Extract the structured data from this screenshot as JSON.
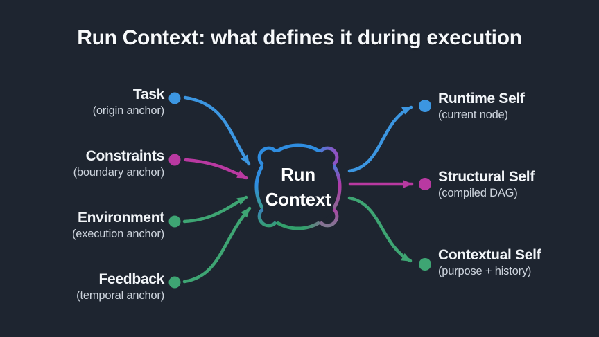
{
  "title": "Run Context: what defines it during execution",
  "center_node": {
    "line1": "Run",
    "line2": "Context"
  },
  "colors": {
    "background": "#1e2530",
    "blue": "#3c96e1",
    "magenta": "#b939a1",
    "green": "#3ea573",
    "ring_blue": "#2f8de0",
    "ring_purple": "#9a4cc0",
    "ring_magenta": "#b138a8",
    "ring_green": "#33a06c",
    "title_text": "#f7f9fb",
    "label_text": "#f2f5f8",
    "sublabel_text": "#ccd3dc"
  },
  "inputs": [
    {
      "label": "Task",
      "sublabel": "(origin anchor)",
      "color": "blue"
    },
    {
      "label": "Constraints",
      "sublabel": "(boundary anchor)",
      "color": "magenta"
    },
    {
      "label": "Environment",
      "sublabel": "(execution anchor)",
      "color": "green"
    },
    {
      "label": "Feedback",
      "sublabel": "(temporal anchor)",
      "color": "green"
    }
  ],
  "outputs": [
    {
      "label": "Runtime Self",
      "sublabel": "(current node)",
      "color": "blue"
    },
    {
      "label": "Structural Self",
      "sublabel": "(compiled DAG)",
      "color": "magenta"
    },
    {
      "label": "Contextual Self",
      "sublabel": "(purpose + history)",
      "color": "green"
    }
  ]
}
